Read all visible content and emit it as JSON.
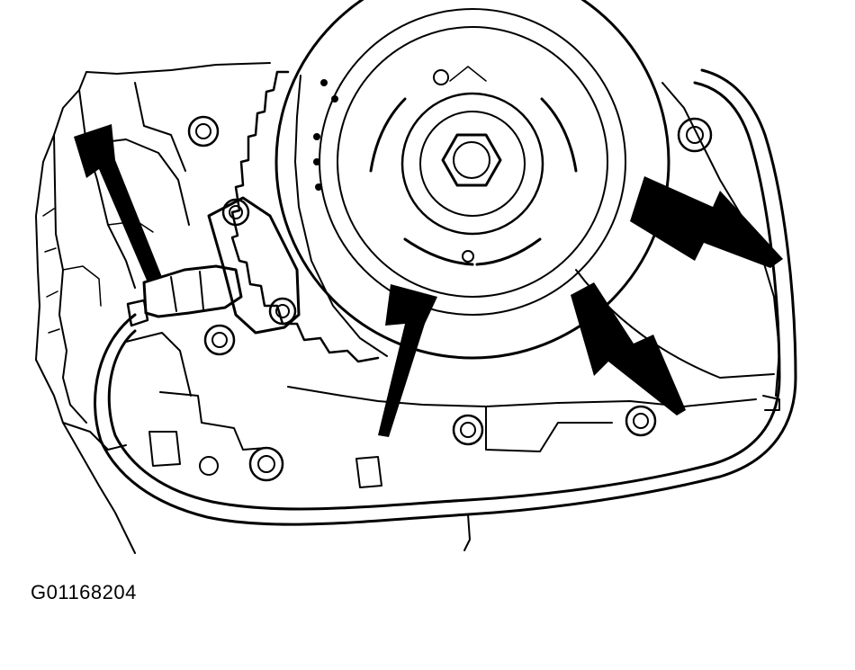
{
  "figure": {
    "id_label": "G01168204"
  },
  "illustration": {
    "kind": "line-drawing",
    "ink_color": "#000000",
    "background_color": "#ffffff",
    "pointer_arrow_count": 4
  }
}
